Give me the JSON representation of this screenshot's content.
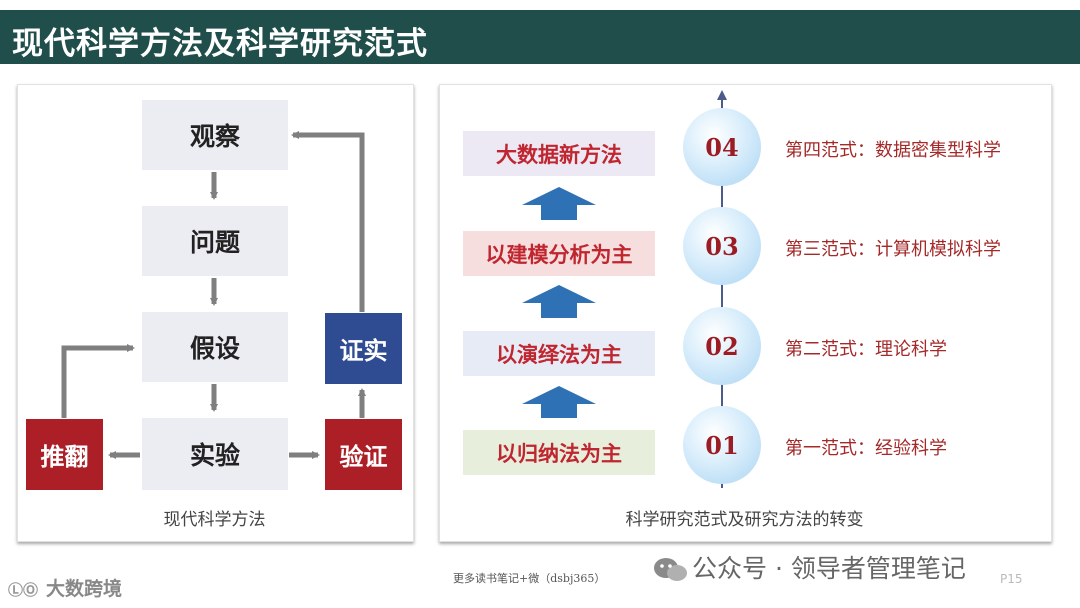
{
  "title": "现代科学方法及科学研究范式",
  "left_panel": {
    "steps": [
      "观察",
      "问题",
      "假设",
      "实验"
    ],
    "overturn": "推翻",
    "verify": "验证",
    "prove": "证实",
    "caption": "现代科学方法"
  },
  "right_panel": {
    "methods": [
      "大数据新方法",
      "以建模分析为主",
      "以演绎法为主",
      "以归纳法为主"
    ],
    "numbers": [
      "04",
      "03",
      "02",
      "01"
    ],
    "paradigms": [
      "第四范式：数据密集型科学",
      "第三范式：计算机模拟科学",
      "第二范式：理论科学",
      "第一范式：经验科学"
    ],
    "caption": "科学研究范式及研究方法的转变"
  },
  "footer": {
    "logo_text": "大数跨境",
    "note": "更多读书笔记+微（dsbj365）",
    "watermark": "公众号 · 领导者管理笔记",
    "page": "P15"
  },
  "colors": {
    "title_bg": "#1f4e4b",
    "red": "#ad1f26",
    "blue": "#2f4b92",
    "gray_box": "#ecedf3",
    "arrow_gray": "#7f7f7f",
    "arrow_blue": "#2f71b5"
  }
}
